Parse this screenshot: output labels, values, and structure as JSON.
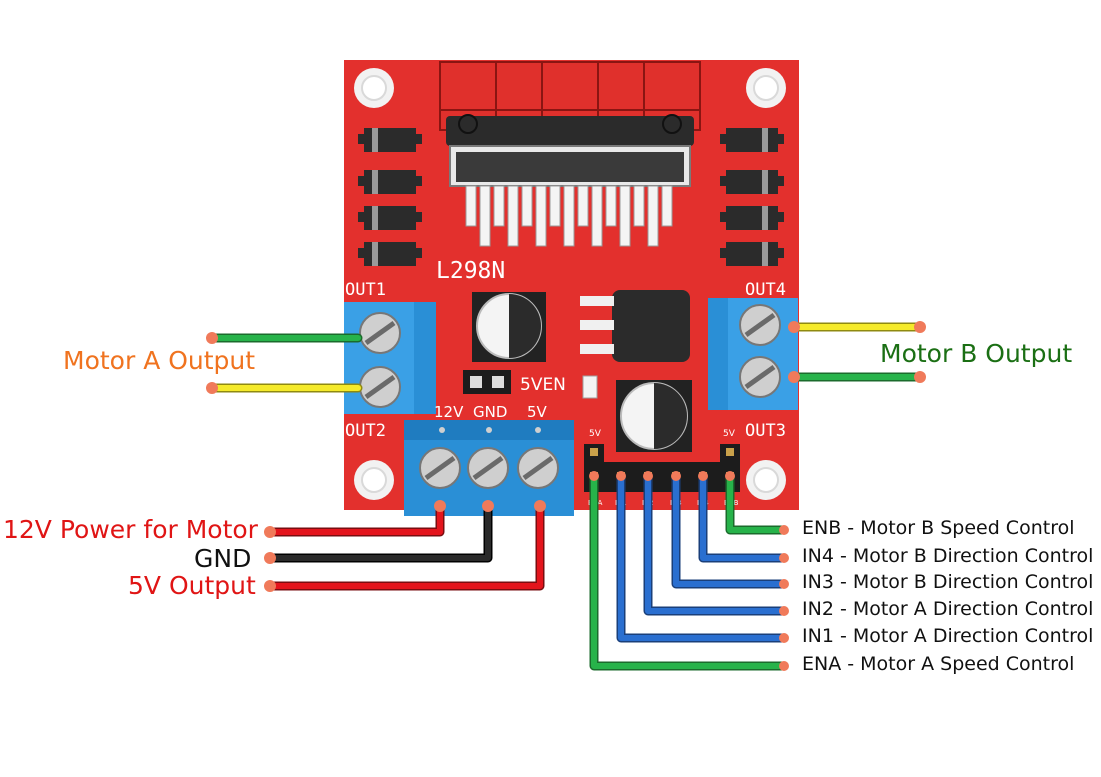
{
  "colors": {
    "board": "#e3302d",
    "board_edge": "#b41e1c",
    "terminal_blue": "#2a8fd6",
    "heatsink": "#e0302c",
    "wire_red": "#e4141c",
    "wire_black": "#1a1a1a",
    "wire_green": "#27b34a",
    "wire_yellow": "#f5ea2a",
    "wire_blue": "#2a6fd0",
    "label_orange": "#f0731f",
    "label_green": "#1b6f14",
    "label_red": "#e01515"
  },
  "board": {
    "chip_label": "L298N",
    "out1": "OUT1",
    "out2": "OUT2",
    "out3": "OUT3",
    "out4": "OUT4",
    "power_terminals": [
      "12V",
      "GND",
      "5V"
    ],
    "jumper_label": "5VEN",
    "header_5v_left": "5V",
    "header_5v_right": "5V",
    "header_pins": [
      "ENA",
      "IN1",
      "IN2",
      "IN3",
      "IN4",
      "ENB"
    ]
  },
  "labels": {
    "motor_a_output": "Motor A Output",
    "motor_b_output": "Motor B Output",
    "power_12v": "12V Power for Motor",
    "gnd": "GND",
    "out_5v": "5V Output",
    "enb": "ENB - Motor B Speed Control",
    "in4": "IN4 - Motor B Direction Control",
    "in3": "IN3 - Motor B Direction Control",
    "in2": "IN2 - Motor A Direction Control",
    "in1": "IN1 - Motor A Direction Control",
    "ena": "ENA - Motor A Speed Control"
  }
}
